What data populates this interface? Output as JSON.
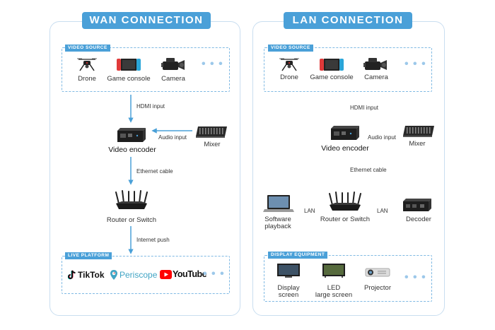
{
  "wan": {
    "title": "WAN CONNECTION",
    "video_source_tag": "VIDEO SOURCE",
    "sources": [
      "Drone",
      "Game console",
      "Camera"
    ],
    "more": "• • •",
    "hdmi_label": "HDMI input",
    "audio_label": "Audio input",
    "encoder_label": "Video encoder",
    "mixer_label": "Mixer",
    "ethernet_label": "Ethernet cable",
    "router_label": "Router or Switch",
    "push_label": "Internet push",
    "live_platform_tag": "LIVE PLATFORM",
    "platforms": [
      "TikTok",
      "Periscope",
      "YouTube"
    ]
  },
  "lan": {
    "title": "LAN CONNECTION",
    "video_source_tag": "VIDEO SOURCE",
    "sources": [
      "Drone",
      "Game console",
      "Camera"
    ],
    "more": "• • •",
    "hdmi_label": "HDMI input",
    "audio_label": "Audio input",
    "encoder_label": "Video encoder",
    "mixer_label": "Mixer",
    "ethernet_label": "Ethernet cable",
    "router_label": "Router or Switch",
    "software_label_1": "Software",
    "software_label_2": "playback",
    "decoder_label": "Decoder",
    "lan_left": "LAN",
    "lan_right": "LAN",
    "display_tag": "DISPLAY EQUIPMENT",
    "display_screen_1": "Display",
    "display_screen_2": "screen",
    "led_1": "LED",
    "led_2": "large screen",
    "projector": "Projector"
  },
  "colors": {
    "accent": "#4aa0d8",
    "panel_border": "#c9def0",
    "dashed": "#7fb9e3"
  }
}
